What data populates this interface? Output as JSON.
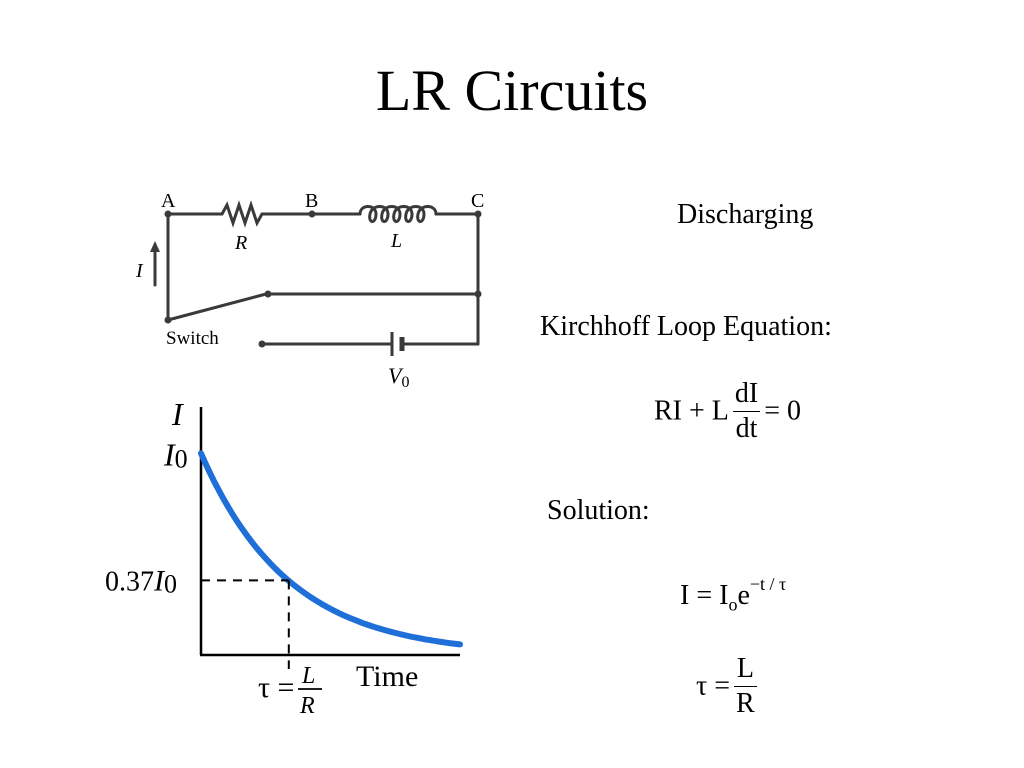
{
  "slide": {
    "title": "LR Circuits",
    "discharging": "Discharging",
    "kirchhoff": "Kirchhoff Loop Equation:",
    "solution": "Solution:"
  },
  "loop_equation": {
    "left": "RI + L",
    "frac_num": "dI",
    "frac_den": "dt",
    "right": "= 0"
  },
  "solution_equation": {
    "lhs": "I = I",
    "sub": "o",
    "base": "e",
    "exponent": "−t / τ"
  },
  "tau_equation": {
    "lhs": "τ =",
    "frac_num": "L",
    "frac_den": "R"
  },
  "circuit": {
    "node_a": "A",
    "node_b": "B",
    "node_c": "C",
    "resistor": "R",
    "inductor": "L",
    "current": "I",
    "switch": "Switch",
    "voltage": "V",
    "voltage_sub": "0"
  },
  "colors": {
    "curve": "#1f6fd9",
    "wire": "#3a3a3a"
  },
  "chart_data": {
    "type": "line",
    "function": "I(t) = I0 * e^(-t/τ)",
    "x": [
      0,
      0.25,
      0.5,
      0.75,
      1,
      1.5,
      2,
      2.5,
      2.95
    ],
    "y": [
      1.0,
      0.78,
      0.61,
      0.47,
      0.37,
      0.22,
      0.14,
      0.08,
      0.05
    ],
    "x_unit": "τ",
    "y_unit": "I0",
    "marker": {
      "x": 1,
      "y": 0.37,
      "x_label_lhs": "τ =",
      "x_label_num": "L",
      "x_label_den": "R",
      "y_label_num": "0.37",
      "y_label_sym": "I",
      "y_label_sub": "0"
    },
    "ylabel": "I",
    "y_tick_label": "I",
    "y_tick_sub": "0",
    "xlabel": "Time",
    "ylim": [
      0,
      1.18
    ],
    "xlim": [
      0,
      2.95
    ],
    "grid": false
  }
}
